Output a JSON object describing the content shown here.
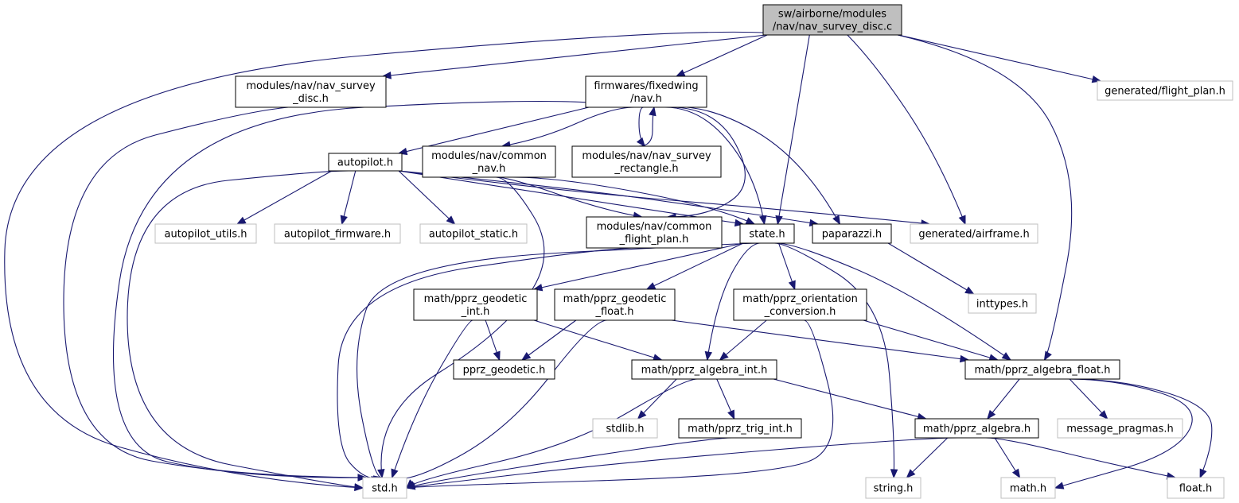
{
  "nodes": {
    "root": {
      "lines": [
        "sw/airborne/modules",
        "/nav/nav_survey_disc.c"
      ],
      "style": "root"
    },
    "nav_survey_disc_h": {
      "lines": [
        "modules/nav/nav_survey",
        "_disc.h"
      ],
      "style": "normal"
    },
    "fw_nav_h": {
      "lines": [
        "firmwares/fixedwing",
        "/nav.h"
      ],
      "style": "normal"
    },
    "flight_plan_h": {
      "lines": [
        "generated/flight_plan.h"
      ],
      "style": "external"
    },
    "autopilot_h": {
      "lines": [
        "autopilot.h"
      ],
      "style": "normal"
    },
    "common_nav_h": {
      "lines": [
        "modules/nav/common",
        "_nav.h"
      ],
      "style": "normal"
    },
    "nav_survey_rect_h": {
      "lines": [
        "modules/nav/nav_survey",
        "_rectangle.h"
      ],
      "style": "normal"
    },
    "autopilot_utils_h": {
      "lines": [
        "autopilot_utils.h"
      ],
      "style": "external"
    },
    "autopilot_firmware_h": {
      "lines": [
        "autopilot_firmware.h"
      ],
      "style": "external"
    },
    "autopilot_static_h": {
      "lines": [
        "autopilot_static.h"
      ],
      "style": "external"
    },
    "common_flight_plan_h": {
      "lines": [
        "modules/nav/common",
        "_flight_plan.h"
      ],
      "style": "normal"
    },
    "state_h": {
      "lines": [
        "state.h"
      ],
      "style": "normal"
    },
    "paparazzi_h": {
      "lines": [
        "paparazzi.h"
      ],
      "style": "normal"
    },
    "airframe_h": {
      "lines": [
        "generated/airframe.h"
      ],
      "style": "external"
    },
    "inttypes_h": {
      "lines": [
        "inttypes.h"
      ],
      "style": "external"
    },
    "geodetic_int_h": {
      "lines": [
        "math/pprz_geodetic",
        "_int.h"
      ],
      "style": "normal"
    },
    "geodetic_float_h": {
      "lines": [
        "math/pprz_geodetic",
        "_float.h"
      ],
      "style": "normal"
    },
    "orientation_conv_h": {
      "lines": [
        "math/pprz_orientation",
        "_conversion.h"
      ],
      "style": "normal"
    },
    "pprz_geodetic_h": {
      "lines": [
        "pprz_geodetic.h"
      ],
      "style": "normal"
    },
    "algebra_int_h": {
      "lines": [
        "math/pprz_algebra_int.h"
      ],
      "style": "normal"
    },
    "algebra_float_h": {
      "lines": [
        "math/pprz_algebra_float.h"
      ],
      "style": "normal"
    },
    "stdlib_h": {
      "lines": [
        "stdlib.h"
      ],
      "style": "external"
    },
    "trig_int_h": {
      "lines": [
        "math/pprz_trig_int.h"
      ],
      "style": "normal"
    },
    "pprz_algebra_h": {
      "lines": [
        "math/pprz_algebra.h"
      ],
      "style": "normal"
    },
    "message_pragmas_h": {
      "lines": [
        "message_pragmas.h"
      ],
      "style": "external"
    },
    "std_h": {
      "lines": [
        "std.h"
      ],
      "style": "external"
    },
    "string_h": {
      "lines": [
        "string.h"
      ],
      "style": "external"
    },
    "math_h": {
      "lines": [
        "math.h"
      ],
      "style": "external"
    },
    "float_h": {
      "lines": [
        "float.h"
      ],
      "style": "external"
    }
  },
  "edges": [
    [
      "root",
      "nav_survey_disc_h"
    ],
    [
      "root",
      "fw_nav_h"
    ],
    [
      "root",
      "flight_plan_h"
    ],
    [
      "root",
      "std_h"
    ],
    [
      "root",
      "state_h"
    ],
    [
      "root",
      "airframe_h"
    ],
    [
      "root",
      "algebra_float_h"
    ],
    [
      "nav_survey_disc_h",
      "std_h"
    ],
    [
      "fw_nav_h",
      "std_h"
    ],
    [
      "fw_nav_h",
      "autopilot_h"
    ],
    [
      "fw_nav_h",
      "common_nav_h"
    ],
    [
      "fw_nav_h",
      "nav_survey_rect_h"
    ],
    [
      "fw_nav_h",
      "common_flight_plan_h"
    ],
    [
      "fw_nav_h",
      "state_h"
    ],
    [
      "fw_nav_h",
      "paparazzi_h"
    ],
    [
      "nav_survey_rect_h",
      "fw_nav_h"
    ],
    [
      "autopilot_h",
      "std_h"
    ],
    [
      "autopilot_h",
      "autopilot_utils_h"
    ],
    [
      "autopilot_h",
      "autopilot_firmware_h"
    ],
    [
      "autopilot_h",
      "autopilot_static_h"
    ],
    [
      "autopilot_h",
      "state_h"
    ],
    [
      "autopilot_h",
      "paparazzi_h"
    ],
    [
      "autopilot_h",
      "airframe_h"
    ],
    [
      "common_nav_h",
      "std_h"
    ],
    [
      "common_nav_h",
      "common_flight_plan_h"
    ],
    [
      "common_nav_h",
      "state_h"
    ],
    [
      "common_flight_plan_h",
      "std_h"
    ],
    [
      "state_h",
      "std_h"
    ],
    [
      "state_h",
      "geodetic_int_h"
    ],
    [
      "state_h",
      "geodetic_float_h"
    ],
    [
      "state_h",
      "orientation_conv_h"
    ],
    [
      "state_h",
      "algebra_int_h"
    ],
    [
      "state_h",
      "algebra_float_h"
    ],
    [
      "state_h",
      "string_h"
    ],
    [
      "paparazzi_h",
      "inttypes_h"
    ],
    [
      "geodetic_int_h",
      "std_h"
    ],
    [
      "geodetic_int_h",
      "pprz_geodetic_h"
    ],
    [
      "geodetic_int_h",
      "algebra_int_h"
    ],
    [
      "geodetic_float_h",
      "std_h"
    ],
    [
      "geodetic_float_h",
      "pprz_geodetic_h"
    ],
    [
      "geodetic_float_h",
      "algebra_float_h"
    ],
    [
      "orientation_conv_h",
      "std_h"
    ],
    [
      "orientation_conv_h",
      "algebra_int_h"
    ],
    [
      "orientation_conv_h",
      "algebra_float_h"
    ],
    [
      "algebra_int_h",
      "std_h"
    ],
    [
      "algebra_int_h",
      "stdlib_h"
    ],
    [
      "algebra_int_h",
      "trig_int_h"
    ],
    [
      "algebra_int_h",
      "pprz_algebra_h"
    ],
    [
      "trig_int_h",
      "std_h"
    ],
    [
      "algebra_float_h",
      "pprz_algebra_h"
    ],
    [
      "algebra_float_h",
      "message_pragmas_h"
    ],
    [
      "algebra_float_h",
      "math_h"
    ],
    [
      "algebra_float_h",
      "float_h"
    ],
    [
      "pprz_algebra_h",
      "std_h"
    ],
    [
      "pprz_algebra_h",
      "string_h"
    ],
    [
      "pprz_algebra_h",
      "math_h"
    ],
    [
      "pprz_algebra_h",
      "float_h"
    ]
  ],
  "colors": {
    "edge": "#191970",
    "root_fill": "#bfbfbf",
    "node_border": "#000000",
    "external_border": "#bfbfbf",
    "text": "#000000"
  }
}
